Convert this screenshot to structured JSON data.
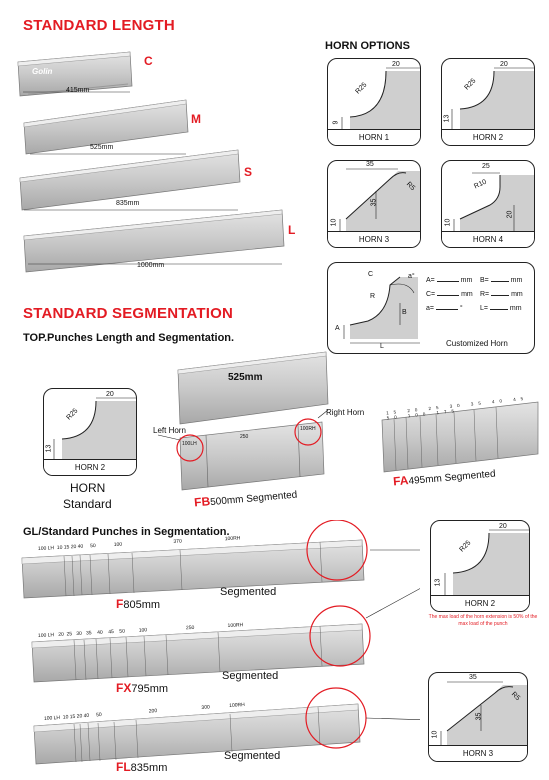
{
  "standard_length": {
    "title": "STANDARD LENGTH",
    "items": [
      {
        "code": "C",
        "length": "415mm"
      },
      {
        "code": "M",
        "length": "525mm"
      },
      {
        "code": "S",
        "length": "835mm"
      },
      {
        "code": "L",
        "length": "1000mm"
      }
    ],
    "brand": "Golin"
  },
  "horn_options": {
    "title": "HORN OPTIONS",
    "horn1": {
      "name": "HORN 1",
      "top": "20",
      "radius": "R25",
      "side": "9"
    },
    "horn2": {
      "name": "HORN 2",
      "top": "20",
      "radius": "R25",
      "side": "13"
    },
    "horn3": {
      "name": "HORN 3",
      "top": "35",
      "radius": "R5",
      "height": "35",
      "side": "10"
    },
    "horn4": {
      "name": "HORN 4",
      "top": "25",
      "radius": "R10",
      "height": "20",
      "side": "10"
    },
    "custom": {
      "name": "Customized Horn",
      "c": "C",
      "r": "R",
      "a_deg": "a°",
      "a": "A",
      "b": "B",
      "l": "L",
      "fields": [
        {
          "label": "A=",
          "unit": "mm"
        },
        {
          "label": "B=",
          "unit": "mm"
        },
        {
          "label": "C=",
          "unit": "mm"
        },
        {
          "label": "R=",
          "unit": "mm"
        },
        {
          "label": "a=",
          "unit": "°"
        },
        {
          "label": "L=",
          "unit": "mm"
        }
      ]
    }
  },
  "segmentation": {
    "title": "STANDARD SEGMENTATION",
    "subtitle": "TOP.Punches Length and Segmentation.",
    "horn_standard": {
      "name": "HORN 2",
      "top": "20",
      "radius": "R25",
      "side": "13",
      "caption1": "HORN",
      "caption2": "Standard"
    },
    "single": {
      "length": "525mm"
    },
    "fb": {
      "code": "FB",
      "text": "500mm Segmented",
      "left_label": "Left Horn",
      "right_label": "Right Horn",
      "segments": [
        "100LH",
        "250",
        "100RH"
      ]
    },
    "fa": {
      "code": "FA",
      "text": "495mm Segmented",
      "segments": [
        "15",
        "20",
        "25",
        "30",
        "35",
        "40",
        "45",
        "50",
        "100",
        "175"
      ]
    }
  },
  "gl": {
    "title": "GL/Standard Punches in Segmentation.",
    "rows": [
      {
        "code": "F",
        "length": "805mm",
        "label": "Segmented",
        "segments": [
          "100 LH",
          "10",
          "15",
          "20",
          "40",
          "50",
          "100",
          "370",
          "100RH"
        ]
      },
      {
        "code": "FX",
        "length": "795mm",
        "label": "Segmented",
        "segments": [
          "100 LH",
          "20",
          "25",
          "30",
          "35",
          "40",
          "45",
          "50",
          "100",
          "250",
          "100RH"
        ]
      },
      {
        "code": "FL",
        "length": "835mm",
        "label": "Segmented",
        "segments": [
          "100 LH",
          "10",
          "15",
          "20",
          "40",
          "50",
          "200",
          "300",
          "100RH"
        ]
      }
    ],
    "horn2": {
      "name": "HORN 2",
      "top": "20",
      "radius": "R25",
      "side": "13",
      "note": "The max load of the horn extension is 50% of the max load of the punch"
    },
    "horn3": {
      "name": "HORN 3",
      "top": "35",
      "radius": "R5",
      "height": "35",
      "side": "10"
    }
  }
}
